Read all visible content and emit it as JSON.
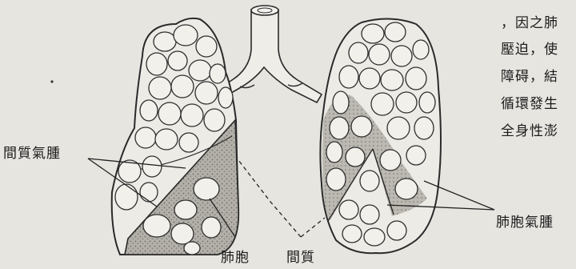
{
  "labels": {
    "interstitial_emphysema": "間質氣腫",
    "alveoli": "肺胞",
    "interstitium": "間質",
    "alveolar_emphysema": "肺胞氣腫"
  },
  "text_lines": [
    "，因之肺",
    "壓迫，使",
    "障碍，結",
    "循環發生",
    "全身性澎"
  ],
  "colors": {
    "paper": "#e7e5e0",
    "ink": "#1e1e1e",
    "shade": "#a9a69f"
  }
}
